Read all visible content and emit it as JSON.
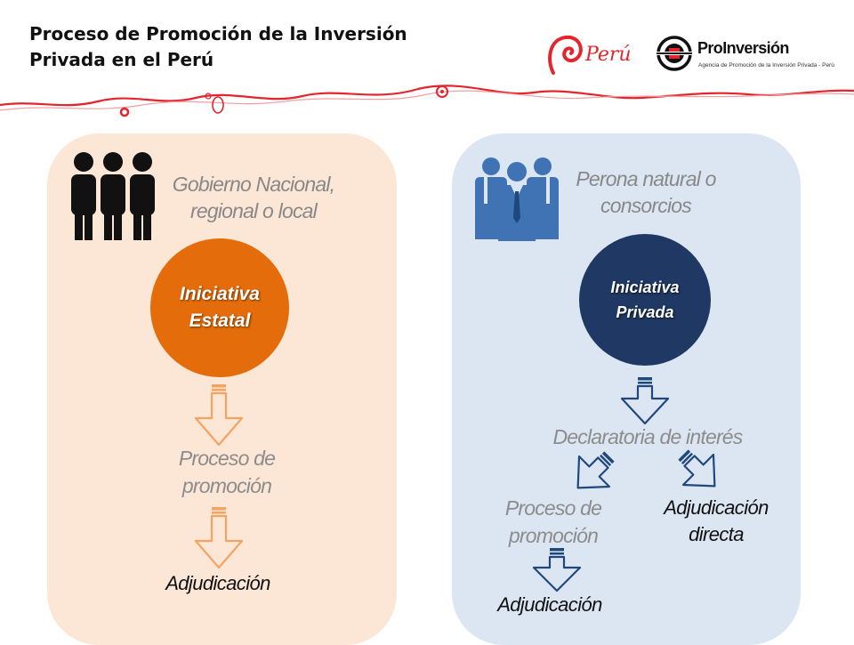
{
  "title": {
    "line1": "Proceso de Promoción de la Inversión",
    "line2": "Privada en el Perú"
  },
  "logos": {
    "peru": {
      "wordmark": "Perú",
      "icon": "peru-spiral-logo"
    },
    "proinversion": {
      "name": "ProInversión",
      "tagline": "Agencia de Promoción de la Inversión Privada - Perú",
      "icon": "proinversion-emblem"
    }
  },
  "left_panel": {
    "actor_icon": "people-group-icon",
    "actor_line1": "Gobierno Nacional,",
    "actor_line2": "regional o local",
    "initiative_line1": "Iniciativa",
    "initiative_line2": "Estatal",
    "step1_line1": "Proceso de",
    "step1_line2": "promoción",
    "final": "Adjudicación"
  },
  "right_panel": {
    "actor_icon": "business-people-icon",
    "actor_line1": "Perona natural o",
    "actor_line2": "consorcios",
    "initiative_line1": "Iniciativa",
    "initiative_line2": "Privada",
    "declaration": "Declaratoria de interés",
    "branch_left_line1": "Proceso de",
    "branch_left_line2": "promoción",
    "branch_right_line1": "Adjudicación",
    "branch_right_line2": "directa",
    "final": "Adjudicación"
  },
  "colors": {
    "left_panel_bg": "#fce6d6",
    "right_panel_bg": "#dce6f2",
    "estatal_circle": "#e46c0a",
    "privada_circle": "#1f3864",
    "orange_arrow": "#f4a460",
    "blue_arrow": "#1f497d",
    "red_accent": "#e3262d"
  }
}
